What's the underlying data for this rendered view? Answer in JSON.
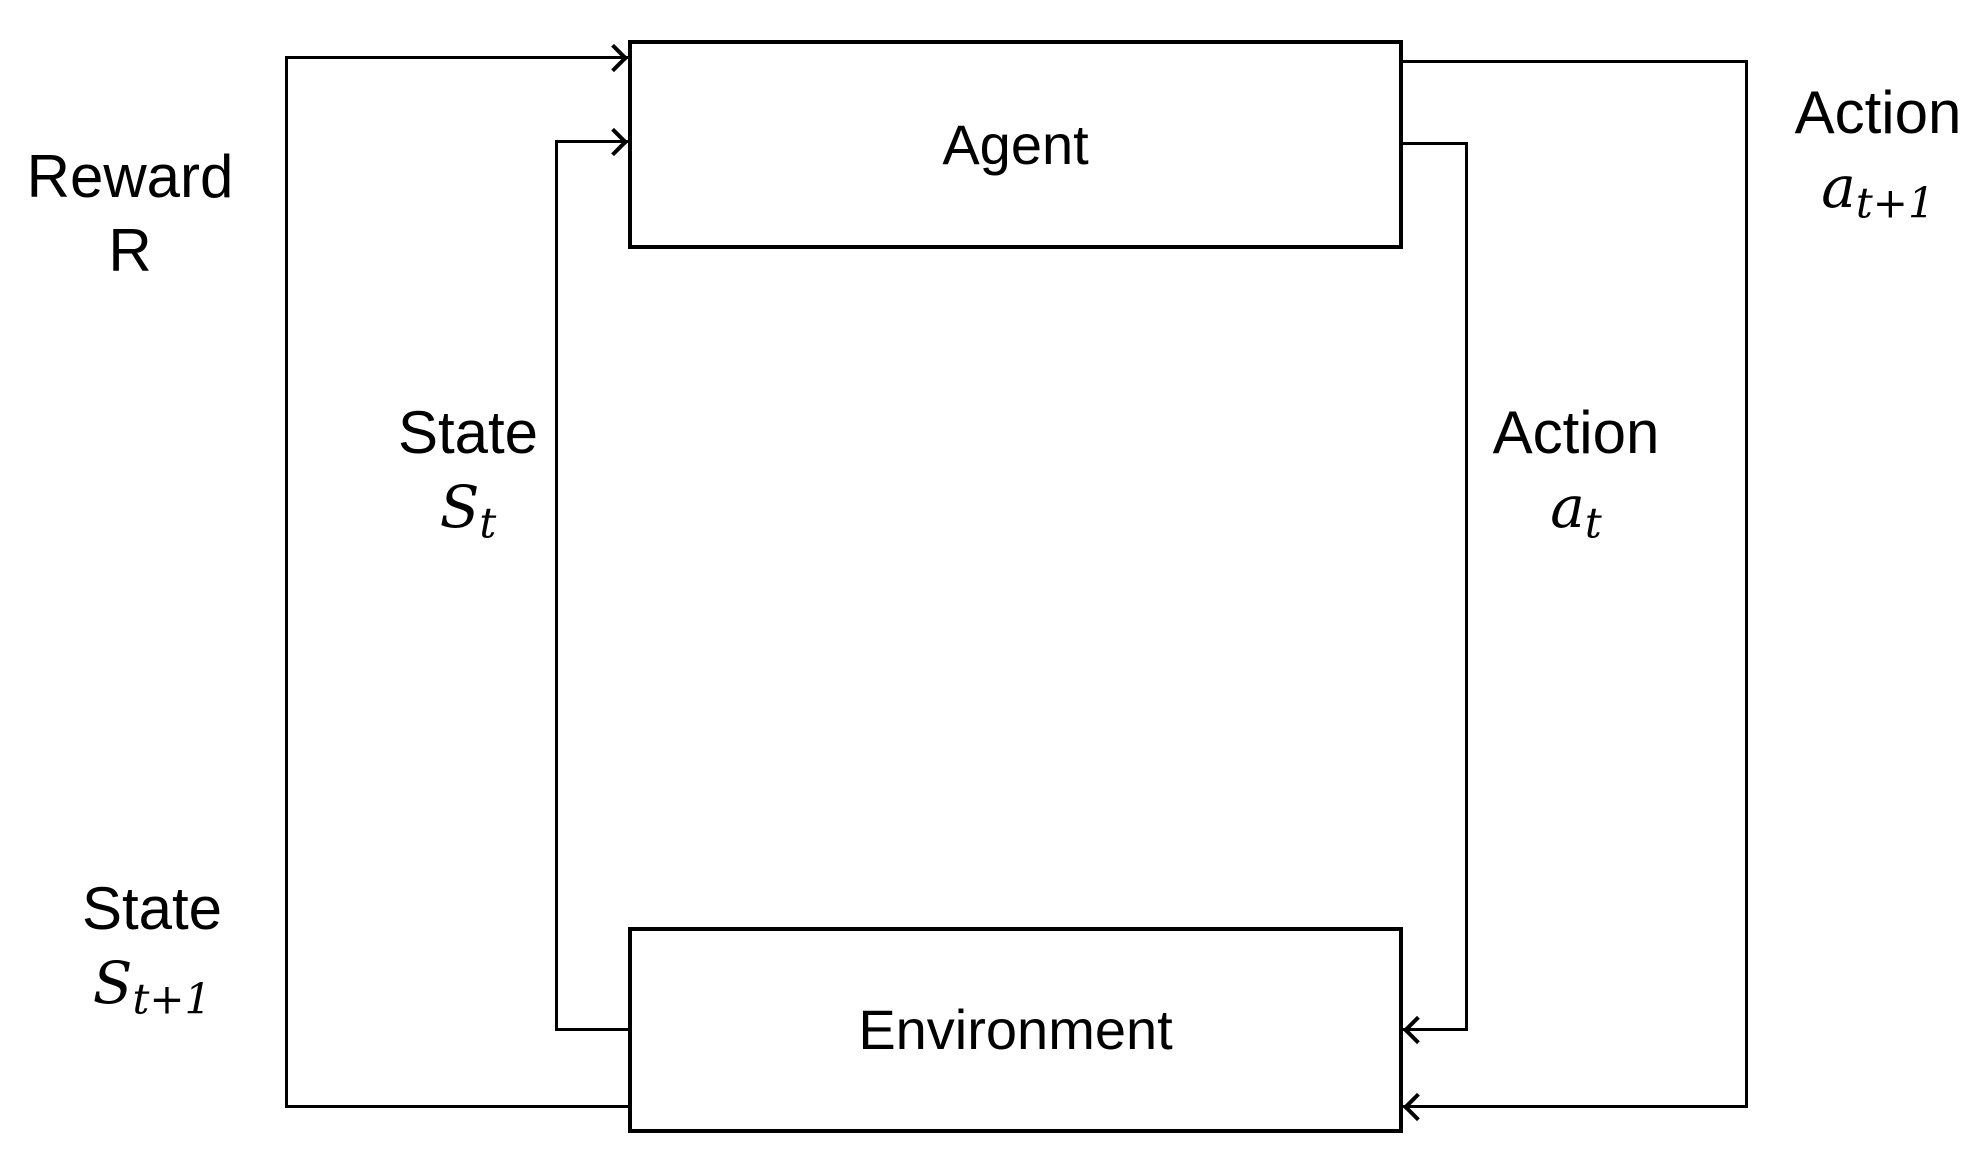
{
  "colors": {
    "line": "#000000",
    "text": "#000000",
    "background": "#ffffff"
  },
  "nodes": {
    "agent": {
      "label": "Agent"
    },
    "environment": {
      "label": "Environment"
    }
  },
  "labels": {
    "reward": {
      "word": "Reward",
      "symbol": "R",
      "subscript": ""
    },
    "state_t": {
      "word": "State",
      "symbol": "S",
      "subscript": "t"
    },
    "state_t1": {
      "word": "State",
      "symbol": "S",
      "subscript": "t+1"
    },
    "action_t": {
      "word": "Action",
      "symbol": "a",
      "subscript": "t"
    },
    "action_t1": {
      "word": "Action",
      "symbol": "a",
      "subscript": "t+1"
    }
  }
}
